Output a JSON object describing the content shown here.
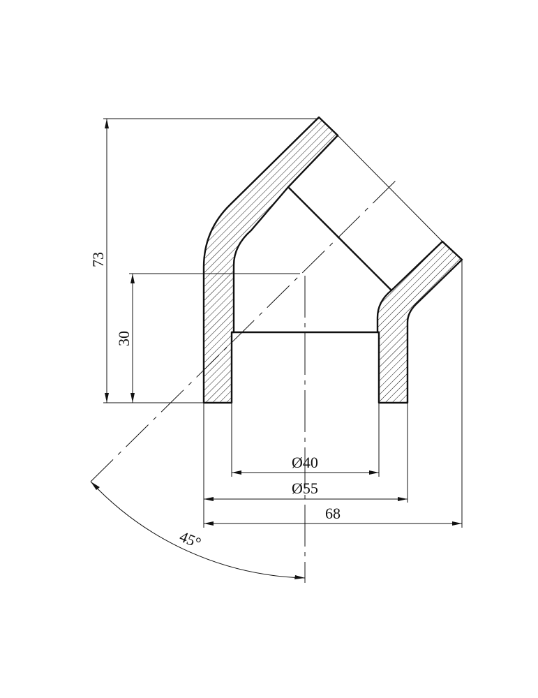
{
  "drawing": {
    "dimensions": {
      "height_total": "73",
      "socket_depth": "30",
      "inner_diameter": "Ø40",
      "outer_diameter": "Ø55",
      "overall_width": "68",
      "angle": "45°"
    },
    "colors": {
      "line": "#111111",
      "background": "#ffffff"
    }
  }
}
